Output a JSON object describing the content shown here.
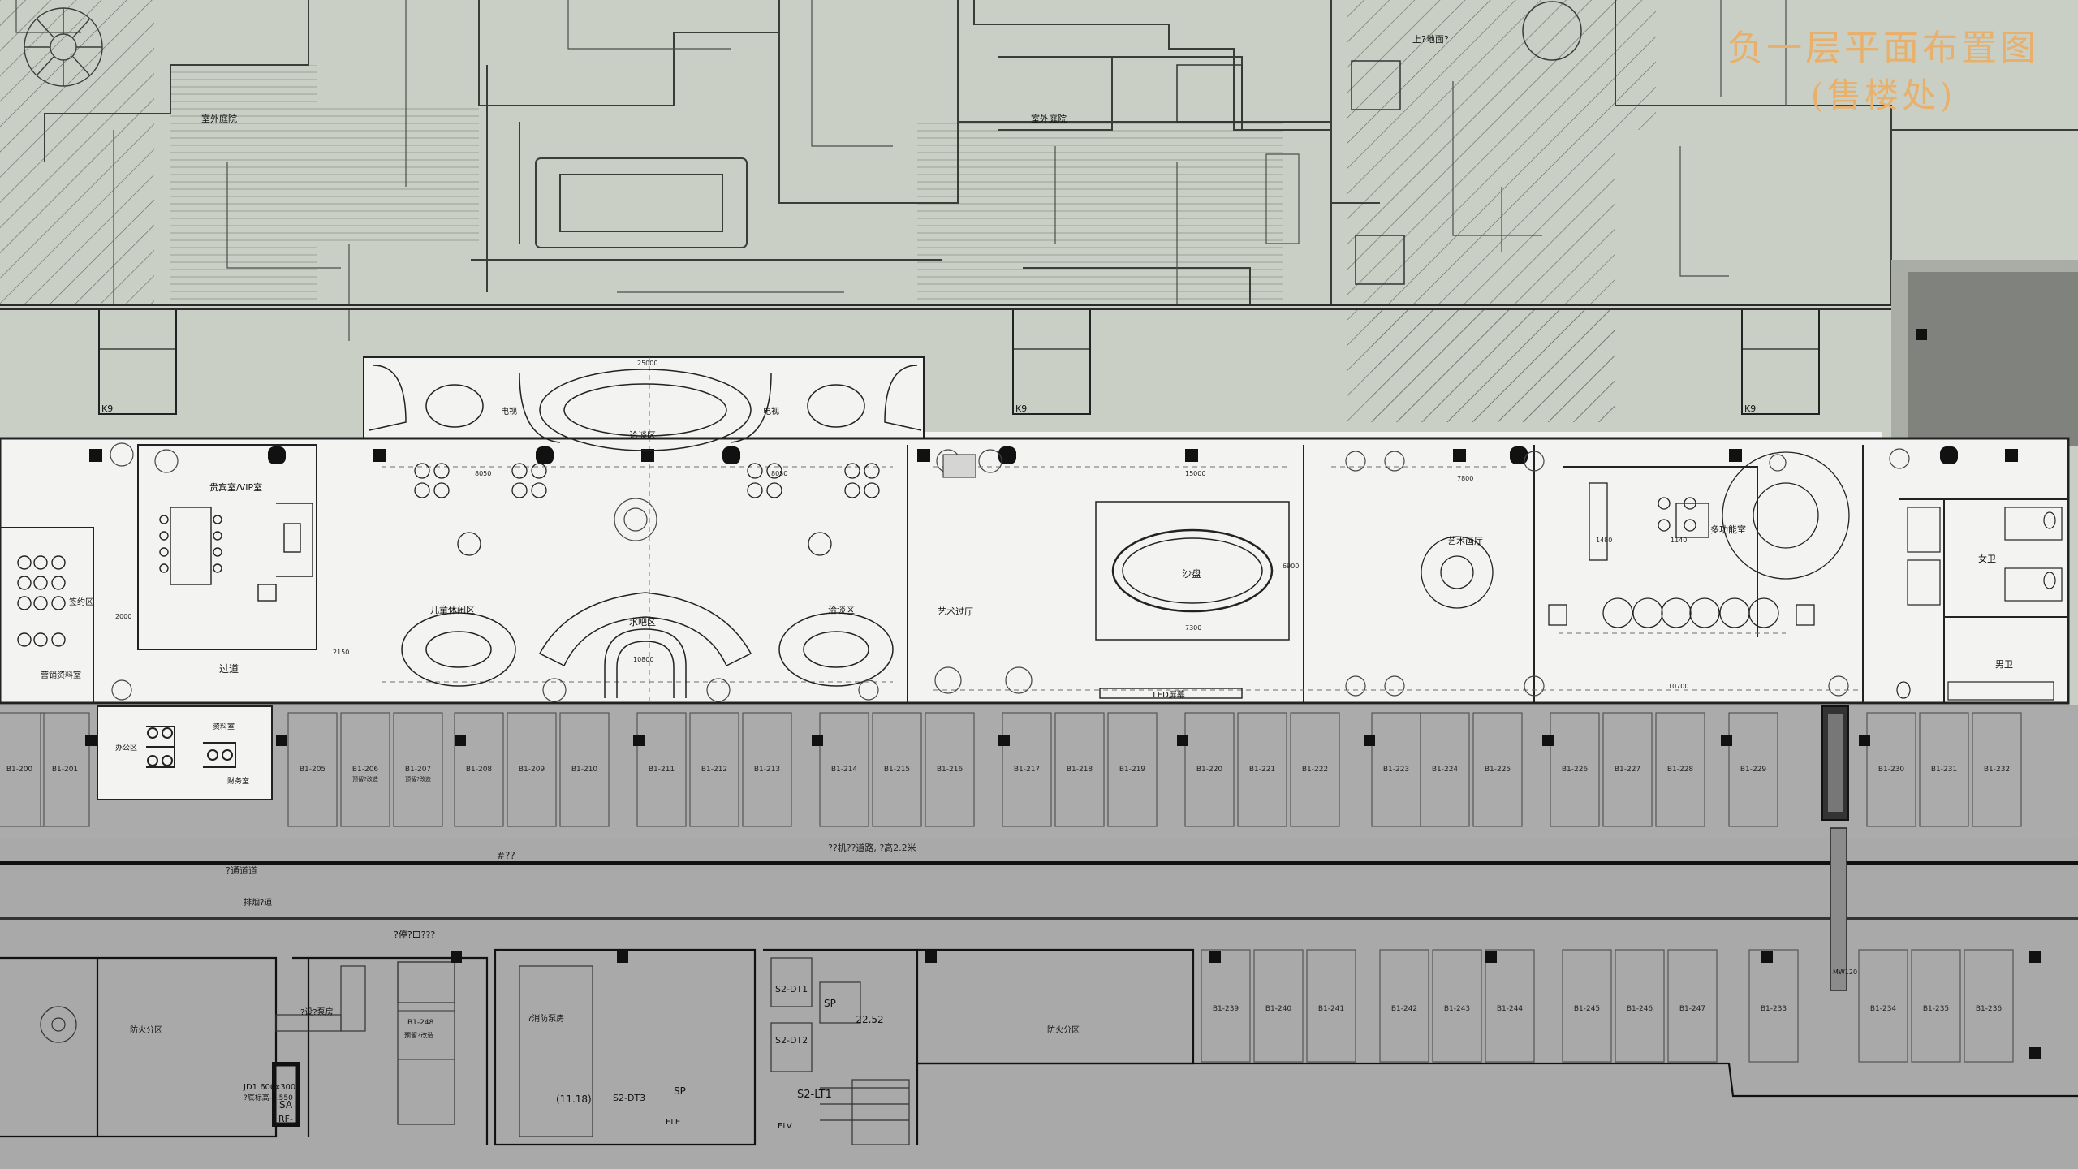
{
  "title": {
    "line1": "负一层平面布置图",
    "line2": "(售楼处)"
  },
  "colors": {
    "background_site": "#c9cfc4",
    "sales_floor": "#f3f3f1",
    "basement": "#a9a9a9",
    "title": "#e8b06a",
    "line": "#2b2b2b"
  },
  "zones": {
    "vip": "贵宾室/VIP室",
    "children": "儿童休闲区",
    "negotiation_top": "洽谈区",
    "water_bar": "水吧区",
    "negotiation_right": "洽谈区",
    "art_corridor": "艺术过厅",
    "sand_table": "沙盘",
    "led": "LED屏幕",
    "art_hall": "艺术画厅",
    "multi_room": "多功能室",
    "female_wc": "女卫",
    "male_wc": "男卫",
    "passage": "过道",
    "sales_data": "营销资料室",
    "signing": "签约区",
    "office": "办公区",
    "data_room": "资料室",
    "finance": "财务室",
    "tv1": "电视",
    "tv2": "电视",
    "outdoor1": "室外庭院",
    "outdoor2": "室外庭院",
    "up_ground": "上?地面?"
  },
  "corridor_labels": {
    "ramp": "??机??道路, ?高2.2米",
    "c1": "#??",
    "c2": "?通道道",
    "c3": "排烟?道",
    "c4": "?停?口???",
    "c5": "?设?泵房",
    "c6": "防火分区",
    "c7": "?消防泵房",
    "c8": "防火分区",
    "level": "-22.52",
    "level2": "(11.18)",
    "sa": "SA",
    "rf": "RF-",
    "jd": "JD1 600x300",
    "jd2": "?底标高-1.550",
    "elv1": "ELE",
    "elv2": "ELV",
    "s2lt1": "S2-LT1",
    "s2dt1": "S2-DT1",
    "s2dt2": "S2-DT2",
    "s2dt3": "S2-DT3",
    "sp1": "SP",
    "sp2": "SP",
    "cb": "MW120",
    "k9a": "K9",
    "k9b": "K9",
    "k9c": "K9"
  },
  "dimensions": {
    "d1": "25000",
    "d2": "15000",
    "d3": "8050",
    "d4": "8050",
    "d5": "7300",
    "d6": "6900",
    "d7": "10800",
    "d8": "1480",
    "d9": "1140",
    "d10": "2000",
    "d11": "2150",
    "d12": "7800",
    "d13": "10700"
  },
  "stalls_top": [
    "B1-200",
    "B1-201",
    "B1-205",
    "B1-206",
    "B1-207",
    "B1-208",
    "B1-209",
    "B1-210",
    "B1-211",
    "B1-212",
    "B1-213",
    "B1-214",
    "B1-215",
    "B1-216",
    "B1-217",
    "B1-218",
    "B1-219",
    "B1-220",
    "B1-221",
    "B1-222",
    "B1-223",
    "B1-224",
    "B1-225",
    "B1-226",
    "B1-227",
    "B1-228",
    "B1-229",
    "B1-230",
    "B1-231",
    "B1-232"
  ],
  "stall_notes": [
    "预留?改造",
    "预留?改造"
  ],
  "stalls_bottom": [
    "B1-239",
    "B1-240",
    "B1-241",
    "B1-242",
    "B1-243",
    "B1-244",
    "B1-245",
    "B1-246",
    "B1-247",
    "B1-233",
    "B1-234",
    "B1-235",
    "B1-236"
  ],
  "stall_248": "B1-248",
  "stall_248_note": "预留?改造"
}
